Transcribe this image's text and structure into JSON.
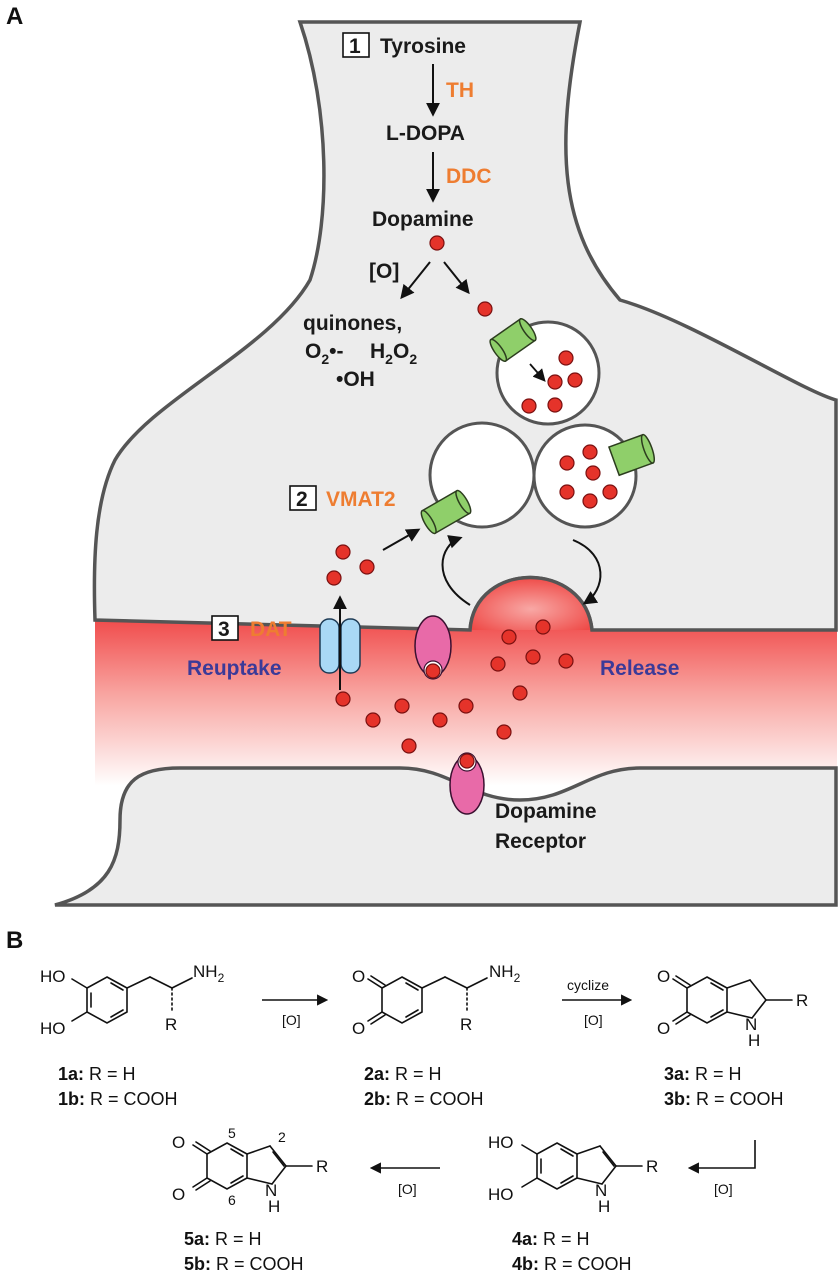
{
  "panels": {
    "a": "A",
    "b": "B"
  },
  "pathway": {
    "step1_num": "1",
    "tyrosine": "Tyrosine",
    "th": "TH",
    "ldopa": "L-DOPA",
    "ddc": "DDC",
    "dopamine": "Dopamine",
    "oxidation": "[O]",
    "quinones": "quinones,",
    "step2_num": "2",
    "vmat2": "VMAT2",
    "step3_num": "3",
    "dat": "DAT",
    "reuptake": "Reuptake",
    "release": "Release",
    "receptor_line1": "Dopamine",
    "receptor_line2": "Receptor"
  },
  "ros": {
    "o2": "O",
    "o2_sub": "2",
    "o2_suffix": "•-",
    "h2o2_h": "H",
    "h2o2_sub1": "2",
    "h2o2_o": "O",
    "h2o2_sub2": "2",
    "oh": "•OH"
  },
  "scheme": {
    "ho": "HO",
    "nh2": "NH",
    "nh2_sub": "2",
    "r": "R",
    "o": "O",
    "h": "H",
    "n": "N",
    "ox": "[O]",
    "cyclize": "cyclize",
    "num5": "5",
    "num6": "6",
    "num2": "2",
    "c1a_id": "1a:",
    "c1a_rest": "R = H",
    "c1b_id": "1b:",
    "c1b_rest": "R = COOH",
    "c2a_id": "2a:",
    "c2a_rest": "R = H",
    "c2b_id": "2b:",
    "c2b_rest": "R = COOH",
    "c3a_id": "3a:",
    "c3a_rest": "R = H",
    "c3b_id": "3b:",
    "c3b_rest": "R = COOH",
    "c4a_id": "4a:",
    "c4a_rest": "R = H",
    "c4b_id": "4b:",
    "c4b_rest": "R = COOH",
    "c5a_id": "5a:",
    "c5a_rest": "R = H",
    "c5b_id": "5b:",
    "c5b_rest": "R = COOH"
  },
  "colors": {
    "cell_fill": "#ececec",
    "cell_stroke": "#555555",
    "enzyme": "#ee7d31",
    "label_blue": "#3b3a98",
    "dopamine_dot": "#e5332a",
    "cleft_red": "#f04a4a",
    "vmat": "#8fcf6a",
    "dat": "#a9d8f5",
    "receptor": "#e86aa8"
  }
}
